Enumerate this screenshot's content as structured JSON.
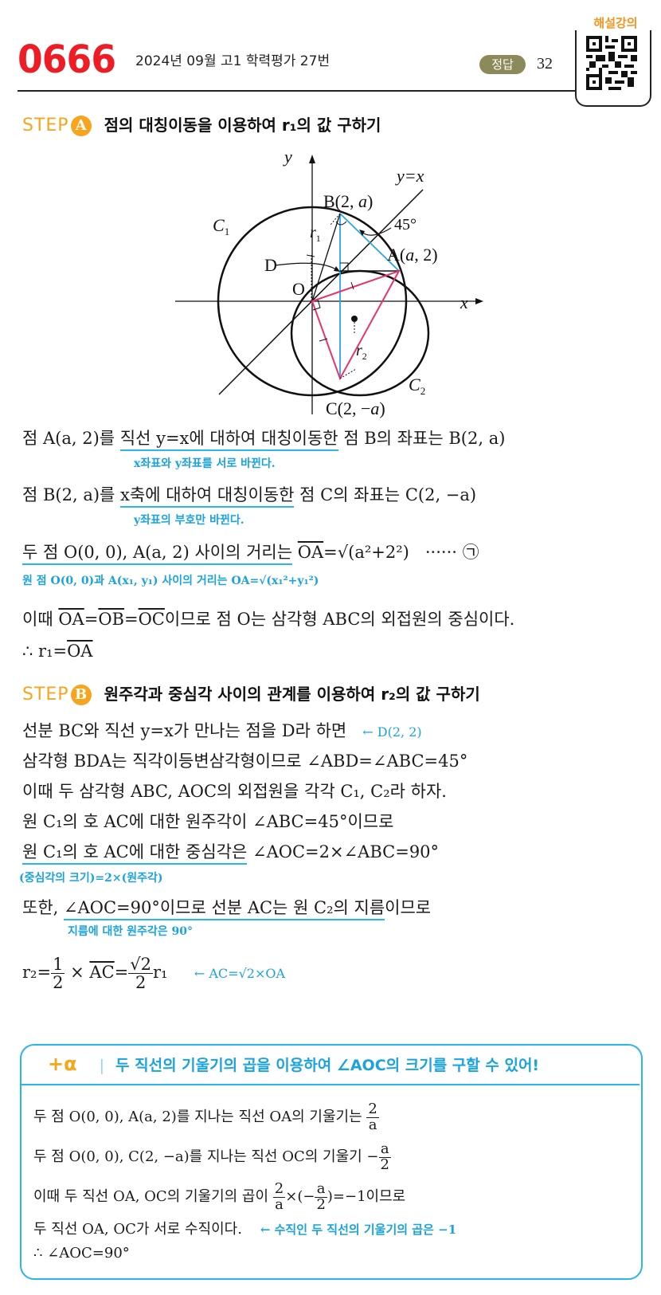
{
  "header": {
    "problem_number": "0666",
    "source": "2024년 09월 고1 학력평가 27번",
    "answer_label": "정답",
    "answer_value": "32",
    "qr_label": "해설강의"
  },
  "colors": {
    "problem_number": "#ee1c25",
    "step_accent": "#f7a51c",
    "note_blue": "#1aa3dc",
    "underline_blue": "#29b6e8",
    "triangle_pink": "#e8336d",
    "line_blue": "#2ba6de",
    "answer_badge": "#8c8a5a"
  },
  "step_a": {
    "tag": "STEP",
    "letter": "A",
    "title": "점의 대칭이동을 이용하여 r₁의 값 구하기"
  },
  "diagram": {
    "labels": {
      "y_axis": "y",
      "x_axis": "x",
      "line": "y=x",
      "B": "B(2, a)",
      "A": "A(a, 2)",
      "C": "C(2, −a)",
      "O": "O",
      "D": "D",
      "C1": "C₁",
      "C2": "C₂",
      "r1": "r₁",
      "r2": "r₂",
      "angle": "45°"
    }
  },
  "step_a_lines": {
    "l1_pre": "점 A(a, 2)를 ",
    "l1_ul": "직선 y=x에 대하여 대칭이동한",
    "l1_post": " 점 B의 좌표는 B(2, a)",
    "l1_note": "x좌표와 y좌표를 서로 바뀐다.",
    "l2_pre": "점 B(2, a)를 ",
    "l2_ul": "x축에 대하여 대칭이동한",
    "l2_post": " 점 C의 좌표는 C(2, −a)",
    "l2_note": "y좌표의 부호만 바뀐다.",
    "l3_ul": "두 점 O(0, 0), A(a, 2) 사이의 거리는",
    "l3_oa": "OA",
    "l3_post": "=√(a²+2²)",
    "l3_mark": "······ ㉠",
    "l3_note": "원 점 O(0, 0)과 A(x₁, y₁) 사이의 거리는 OA=√(x₁²+y₁²)",
    "l4_pre": "이때 ",
    "l4_oa": "OA",
    "l4_ob": "OB",
    "l4_oc": "OC",
    "l4_post": "이므로 점 O는 삼각형 ABC의 외접원의 중심이다.",
    "l5_pre": "∴ r₁=",
    "l5_oa": "OA"
  },
  "step_b": {
    "tag": "STEP",
    "letter": "B",
    "title": "원주각과 중심각 사이의 관계를 이용하여 r₂의 값 구하기"
  },
  "step_b_lines": {
    "l1": "선분 BC와 직선 y=x가 만나는 점을 D라 하면",
    "l1_note": "← D(2, 2)",
    "l2": "삼각형 BDA는 직각이등변삼각형이므로 ∠ABD=∠ABC=45°",
    "l3": "이때 두 삼각형 ABC, AOC의 외접원을 각각 C₁, C₂라 하자.",
    "l4": "원 C₁의 호 AC에 대한 원주각이 ∠ABC=45°이므로",
    "l5_ul": "원 C₁의 호 AC에 대한 중심각은",
    "l5_post": " ∠AOC=2×∠ABC=90°",
    "l5_note": "(중심각의 크기)=2×(원주각)",
    "l6_pre": "또한, ",
    "l6_ul": "∠AOC=90°이므로 선분 AC는 원 C₂의 지름",
    "l6_post": "이므로",
    "l6_note": "지름에 대한 원주각은 90°",
    "l7_r2": "r₂=",
    "l7_half_num": "1",
    "l7_half_den": "2",
    "l7_times": "×",
    "l7_ac": "AC",
    "l7_eq": "=",
    "l7_sqrt_num": "√2",
    "l7_sqrt_den": "2",
    "l7_r1": "r₁",
    "l7_note": "← AC=√2×OA"
  },
  "tip": {
    "icon": "+α",
    "title": "두 직선의 기울기의 곱을 이용하여 ∠AOC의 크기를 구할 수 있어!",
    "l1": "두 점 O(0, 0), A(a, 2)를 지나는 직선 OA의 기울기는",
    "l1_num": "2",
    "l1_den": "a",
    "l2": "두 점 O(0, 0), C(2, −a)를 지나는 직선 OC의 기울기 −",
    "l2_num": "a",
    "l2_den": "2",
    "l3_pre": "이때 두 직선 OA, OC의 기울기의 곱이",
    "l3_f1_num": "2",
    "l3_f1_den": "a",
    "l3_mid": "×(−",
    "l3_f2_num": "a",
    "l3_f2_den": "2",
    "l3_post": ")=−1이므로",
    "l4": "두 직선 OA, OC가 서로 수직이다.",
    "l4_note": "← 수직인 두 직선의 기울기의 곱은 −1",
    "l5": "∴ ∠AOC=90°"
  }
}
